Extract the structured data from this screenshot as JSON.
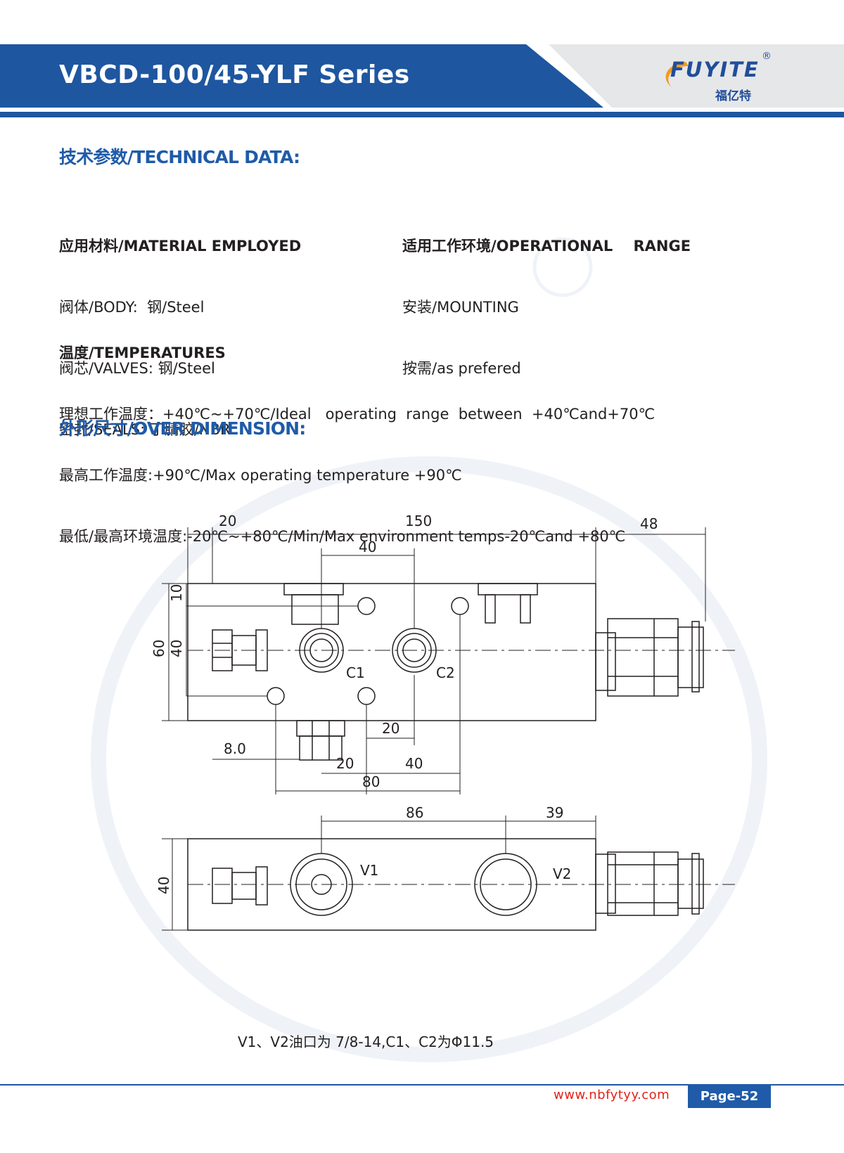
{
  "header": {
    "title": "VBCD-100/45-YLF Series"
  },
  "logo": {
    "wordmark": "FUYITE",
    "registered": "®",
    "chinese": "福亿特"
  },
  "technical_data": {
    "title": "技术参数/TECHNICAL DATA:",
    "material": {
      "heading": "应用材料/MATERIAL EMPLOYED",
      "lines": [
        "阀体/BODY:  钢/Steel",
        "阀芯/VALVES: 钢/Steel",
        "密封/SEALS: 丁腈胶/NBR"
      ]
    },
    "operational": {
      "heading": "适用工作环境/OPERATIONAL    RANGE",
      "lines": [
        "安装/MOUNTING",
        "按需/as prefered"
      ]
    },
    "temperatures": {
      "heading": "温度/TEMPERATURES",
      "lines": [
        "理想工作温度：+40℃~+70℃/Ideal   operating  range  between  +40℃and+70℃",
        "最高工作温度:+90℃/Max operating temperature +90℃",
        "最低/最高环境温度:-20℃~+80℃/Min/Max environment temps-20℃and +80℃"
      ]
    }
  },
  "over_dimension": {
    "title": "外形尺寸/OVER DIMENSION:",
    "front_view": {
      "dims": [
        "20",
        "150",
        "48",
        "40",
        "10",
        "60",
        "40",
        "20",
        "8.0",
        "20",
        "40",
        "80"
      ],
      "ports": [
        "C1",
        "C2"
      ]
    },
    "bottom_view": {
      "dims": [
        "86",
        "39",
        "40"
      ],
      "ports": [
        "V1",
        "V2"
      ]
    },
    "note": "V1、V2油口为 7/8-14,C1、C2为Φ11.5"
  },
  "footer": {
    "url": "www.nbfytyy.com",
    "page": "Page-52"
  },
  "colors": {
    "brand_blue": "#1f5ba8",
    "header_blue": "#1e56a0",
    "url_red": "#e2231a"
  }
}
